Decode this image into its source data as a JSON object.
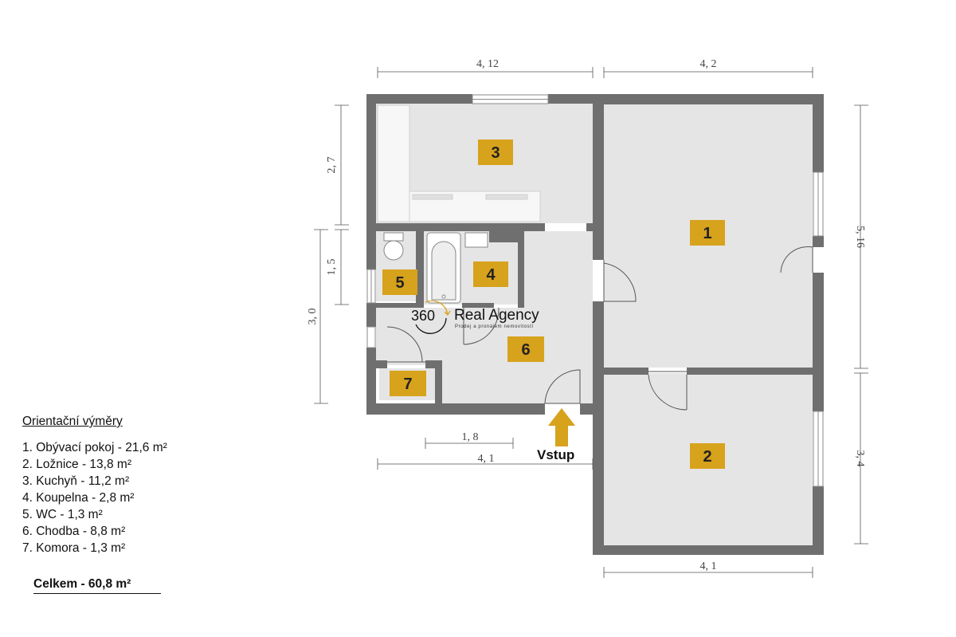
{
  "dimensions": {
    "top_left": "4, 12",
    "top_right": "4, 2",
    "left_upper": "2, 7",
    "left_middle": "1, 5",
    "left_outer": "3, 0",
    "right_upper": "5, 16",
    "right_lower": "3, 4",
    "bottom_inner": "1, 8",
    "bottom_left": "4, 1",
    "bottom_right": "4, 1"
  },
  "rooms": [
    {
      "number": "1"
    },
    {
      "number": "2"
    },
    {
      "number": "3"
    },
    {
      "number": "4"
    },
    {
      "number": "5"
    },
    {
      "number": "6"
    },
    {
      "number": "7"
    }
  ],
  "entry_label": "Vstup",
  "brand": {
    "mark": "360",
    "name": "Real Agency",
    "tagline": "Prodej a pronájem nemovitostí"
  },
  "legend": {
    "title": "Orientační výměry",
    "items": [
      "1. Obývací pokoj - 21,6 m²",
      "2. Ložnice - 13,8 m²",
      "3. Kuchyň - 11,2 m²",
      "4. Koupelna - 2,8 m²",
      "5. WC - 1,3 m²",
      "6. Chodba - 8,8 m²",
      "7. Komora - 1,3  m²"
    ],
    "total": "Celkem - 60,8 m²"
  },
  "colors": {
    "wall": "#6f6f6f",
    "floor": "#e5e5e5",
    "label": "#d7a21c",
    "arrow": "#d7a21c"
  }
}
